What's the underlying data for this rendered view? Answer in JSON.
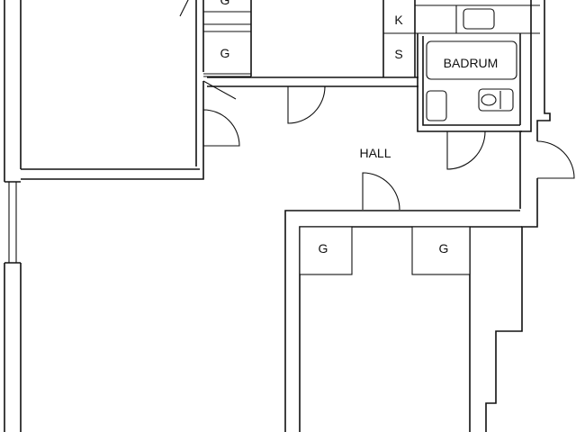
{
  "rooms": {
    "hall": "HALL",
    "badrum": "BADRUM"
  },
  "fixtures": {
    "wardrobe": "G",
    "kitchen": "K",
    "storage": "S"
  }
}
